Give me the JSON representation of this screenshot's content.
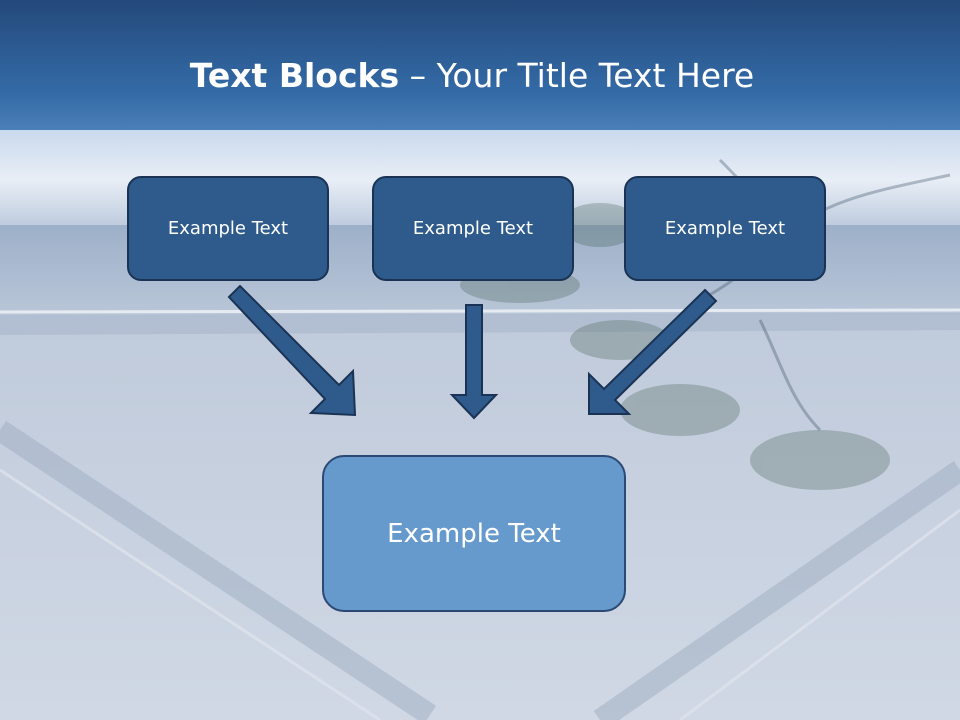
{
  "slide": {
    "title_bold": "Text Blocks",
    "title_rest": " – Your Title Text Here"
  },
  "diagram": {
    "top_boxes": [
      {
        "label": "Example Text"
      },
      {
        "label": "Example Text"
      },
      {
        "label": "Example Text"
      }
    ],
    "bottom_box": {
      "label": "Example Text"
    }
  },
  "colors": {
    "header": "#2f5f99",
    "box_dark": "#2e5b8c",
    "box_light": "#6699cc",
    "arrow": "#2e5b8c"
  }
}
